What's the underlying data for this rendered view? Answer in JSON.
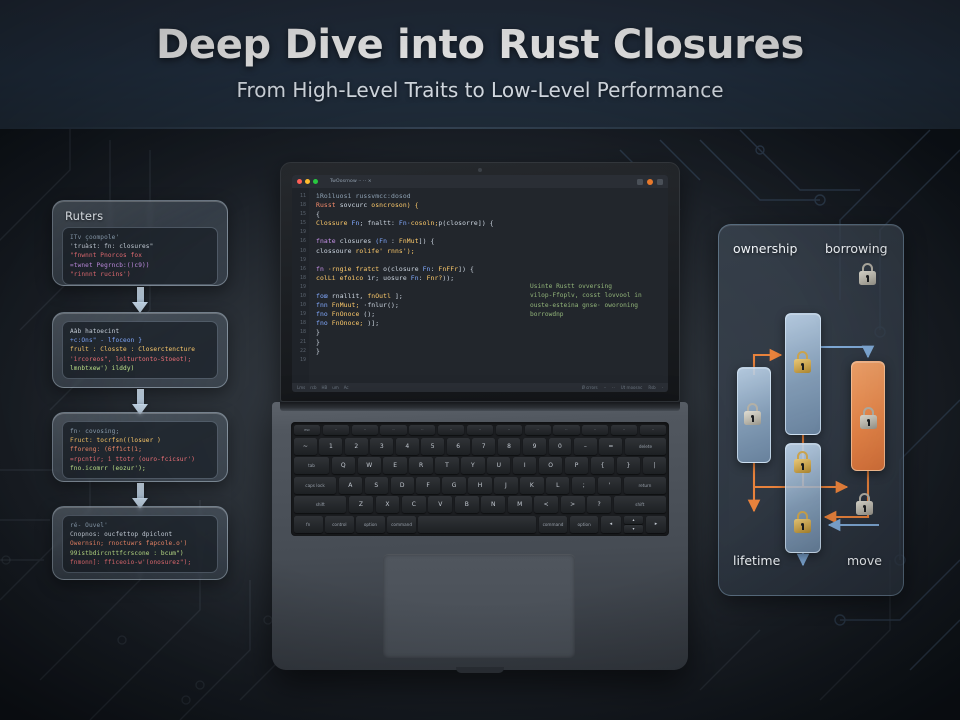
{
  "header": {
    "title": "Deep Dive into Rust Closures",
    "subtitle": "From High-Level Traits to Low-Level Performance"
  },
  "flow_cards": [
    {
      "title": "Ruters",
      "lines": [
        "ITv çoompole'",
        "'truàst: fn: closures\"",
        "\"fnwnnt Pnorcos fox",
        "=twnet Pegrncb:()c9))",
        "\"rinnnt rucins')"
      ]
    },
    {
      "title": "",
      "lines": [
        "Aàb hatoecint",
        "+c:Ons\" - lfoceon }",
        "  frult : Closste : Closerctencture",
        "'ìrcoreos\", loìturtonto-Stoeot);",
        " lmnbtxew') ilddy)"
      ]
    },
    {
      "title": "",
      "lines": [
        "fn· covosing;",
        "Fruct: tocrfsn((losuer )",
        "fforeng: (6ffìct(ì;",
        "=rpcntir; ì ttotr (ouro-fcicsur')",
        "fno.icomrr (eozur');"
      ]
    },
    {
      "title": "",
      "lines": [
        "ré- Ouvel'",
        "Cnopnos: oucfettop dpiclont",
        "Owernsin; rnoctuwrs fapcole.o')",
        "99istbdircnttfcrscone : bcum\")",
        "fnmonn]: ffìceoio-w'(onosurez\");"
      ]
    }
  ],
  "editor": {
    "tab_label": "TwOosrnow  ··  ··  ×",
    "line_numbers": [
      "11",
      "18",
      "15",
      "15",
      "19",
      "16",
      "10",
      "19",
      "16",
      "18",
      "19",
      "10",
      "10",
      "19",
      "18",
      "18",
      "21",
      "22",
      "19"
    ],
    "code_lines": [
      [
        {
          "t": "ìRoìluosì  russvmcc:dosod",
          "c": "t-cmt"
        }
      ],
      [
        {
          "t": "Russt ",
          "c": "t-num"
        },
        {
          "t": "sovcurc ",
          "c": "t-def"
        },
        {
          "t": "osncroson) {",
          "c": "t-type"
        }
      ],
      [
        {
          "t": "{",
          "c": "t-def"
        }
      ],
      [
        {
          "t": "    Clossure ",
          "c": "t-type"
        },
        {
          "t": "Fn",
          "c": "t-fn"
        },
        {
          "t": "; fnaltt: ",
          "c": "t-def"
        },
        {
          "t": "Fn·",
          "c": "t-fn"
        },
        {
          "t": "cosoln;",
          "c": "t-type"
        },
        {
          "t": "p(closorre]) {",
          "c": "t-def"
        }
      ],
      [],
      [
        {
          "t": "   fnate ",
          "c": "t-key"
        },
        {
          "t": "closures ",
          "c": "t-def"
        },
        {
          "t": "(Fn",
          "c": "t-fn"
        },
        {
          "t": " : ",
          "c": "t-def"
        },
        {
          "t": "FnMut",
          "c": "t-type"
        },
        {
          "t": "]) {",
          "c": "t-def"
        }
      ],
      [
        {
          "t": "      clossoure ",
          "c": "t-def"
        },
        {
          "t": "rolife' rnns');",
          "c": "t-type"
        }
      ],
      [],
      [
        {
          "t": "     fn ",
          "c": "t-key"
        },
        {
          "t": "·rngie fratct ",
          "c": "t-type"
        },
        {
          "t": "o(closure ",
          "c": "t-def"
        },
        {
          "t": "Fn",
          "c": "t-fn"
        },
        {
          "t": ": ",
          "c": "t-def"
        },
        {
          "t": "FnFFr",
          "c": "t-type"
        },
        {
          "t": "]) {",
          "c": "t-def"
        }
      ],
      [
        {
          "t": "       colLi efoìco ",
          "c": "t-type"
        },
        {
          "t": "ìr; uosure ",
          "c": "t-def"
        },
        {
          "t": "Fn",
          "c": "t-fn"
        },
        {
          "t": ": ",
          "c": "t-def"
        },
        {
          "t": "Fnr?",
          "c": "t-type"
        },
        {
          "t": "));",
          "c": "t-def"
        }
      ],
      [],
      [
        {
          "t": "       foœ ",
          "c": "t-fn"
        },
        {
          "t": "rnallit, ",
          "c": "t-def"
        },
        {
          "t": "fnOutl ",
          "c": "t-type"
        },
        {
          "t": "];",
          "c": "t-def"
        }
      ],
      [
        {
          "t": "       fnn ",
          "c": "t-fn"
        },
        {
          "t": "FnMuut; ",
          "c": "t-type"
        },
        {
          "t": "·fnlur();",
          "c": "t-def"
        }
      ],
      [
        {
          "t": "       fno ",
          "c": "t-fn"
        },
        {
          "t": "FnOnoce ",
          "c": "t-type"
        },
        {
          "t": "();",
          "c": "t-def"
        }
      ],
      [
        {
          "t": "       fno ",
          "c": "t-fn"
        },
        {
          "t": "FnOnoce; ",
          "c": "t-type"
        },
        {
          "t": ")];",
          "c": "t-def"
        }
      ],
      [
        {
          "t": "     }",
          "c": "t-def"
        }
      ],
      [
        {
          "t": "   }",
          "c": "t-def"
        }
      ],
      [
        {
          "t": " }",
          "c": "t-def"
        }
      ],
      []
    ],
    "comment_lines": [
      "Usinte Rustt ovversing",
      "vilop-Ffoplv, cosst lovvool in",
      "ouste-esteina gnse· oworoning",
      "borrowdnp"
    ],
    "status_left": [
      "Lms",
      "rcb",
      "HB",
      "um",
      "Ac"
    ],
    "status_right": [
      "Ø crrors",
      "··",
      "··",
      "Ut rnoosnc",
      "Rsb",
      "·"
    ]
  },
  "keyboard": {
    "fn_row": [
      "esc",
      "··",
      "··",
      "··",
      "··",
      "··",
      "··",
      "··",
      "··",
      "··",
      "··",
      "··",
      "··"
    ],
    "row1": [
      "~",
      "1",
      "2",
      "3",
      "4",
      "5",
      "6",
      "7",
      "8",
      "9",
      "0",
      "–",
      "=",
      "delete"
    ],
    "row2": [
      "tab",
      "Q",
      "W",
      "E",
      "R",
      "T",
      "Y",
      "U",
      "I",
      "O",
      "P",
      "{",
      "}",
      "|"
    ],
    "row3": [
      "caps lock",
      "A",
      "S",
      "D",
      "F",
      "G",
      "H",
      "J",
      "K",
      "L",
      ";",
      "'",
      "return"
    ],
    "row4": [
      "shift",
      "Z",
      "X",
      "C",
      "V",
      "B",
      "N",
      "M",
      "<",
      ">",
      "?",
      "shift"
    ],
    "row5": [
      "fn",
      "control",
      "option",
      "command",
      "",
      "command",
      "option"
    ],
    "arrows": {
      "up": "▴",
      "down": "▾",
      "left": "◂",
      "right": "▸"
    }
  },
  "diagram": {
    "labels": {
      "ownership": "ownership",
      "borrowing": "borrowing",
      "lifetime": "lifetime",
      "move": "move"
    },
    "colors": {
      "node_blue": "#bed4ea",
      "node_orange": "#e8874a",
      "arrow_orange": "#e8823c",
      "arrow_blue": "#7fa9d6",
      "lock_gold": "#c9a34e",
      "lock_silver": "#bbb8ad"
    }
  },
  "theme": {
    "header_bg": "#223041",
    "page_bg": "#2b3138",
    "title_color": "#ffffff",
    "subtitle_color": "#e2e9f1"
  }
}
